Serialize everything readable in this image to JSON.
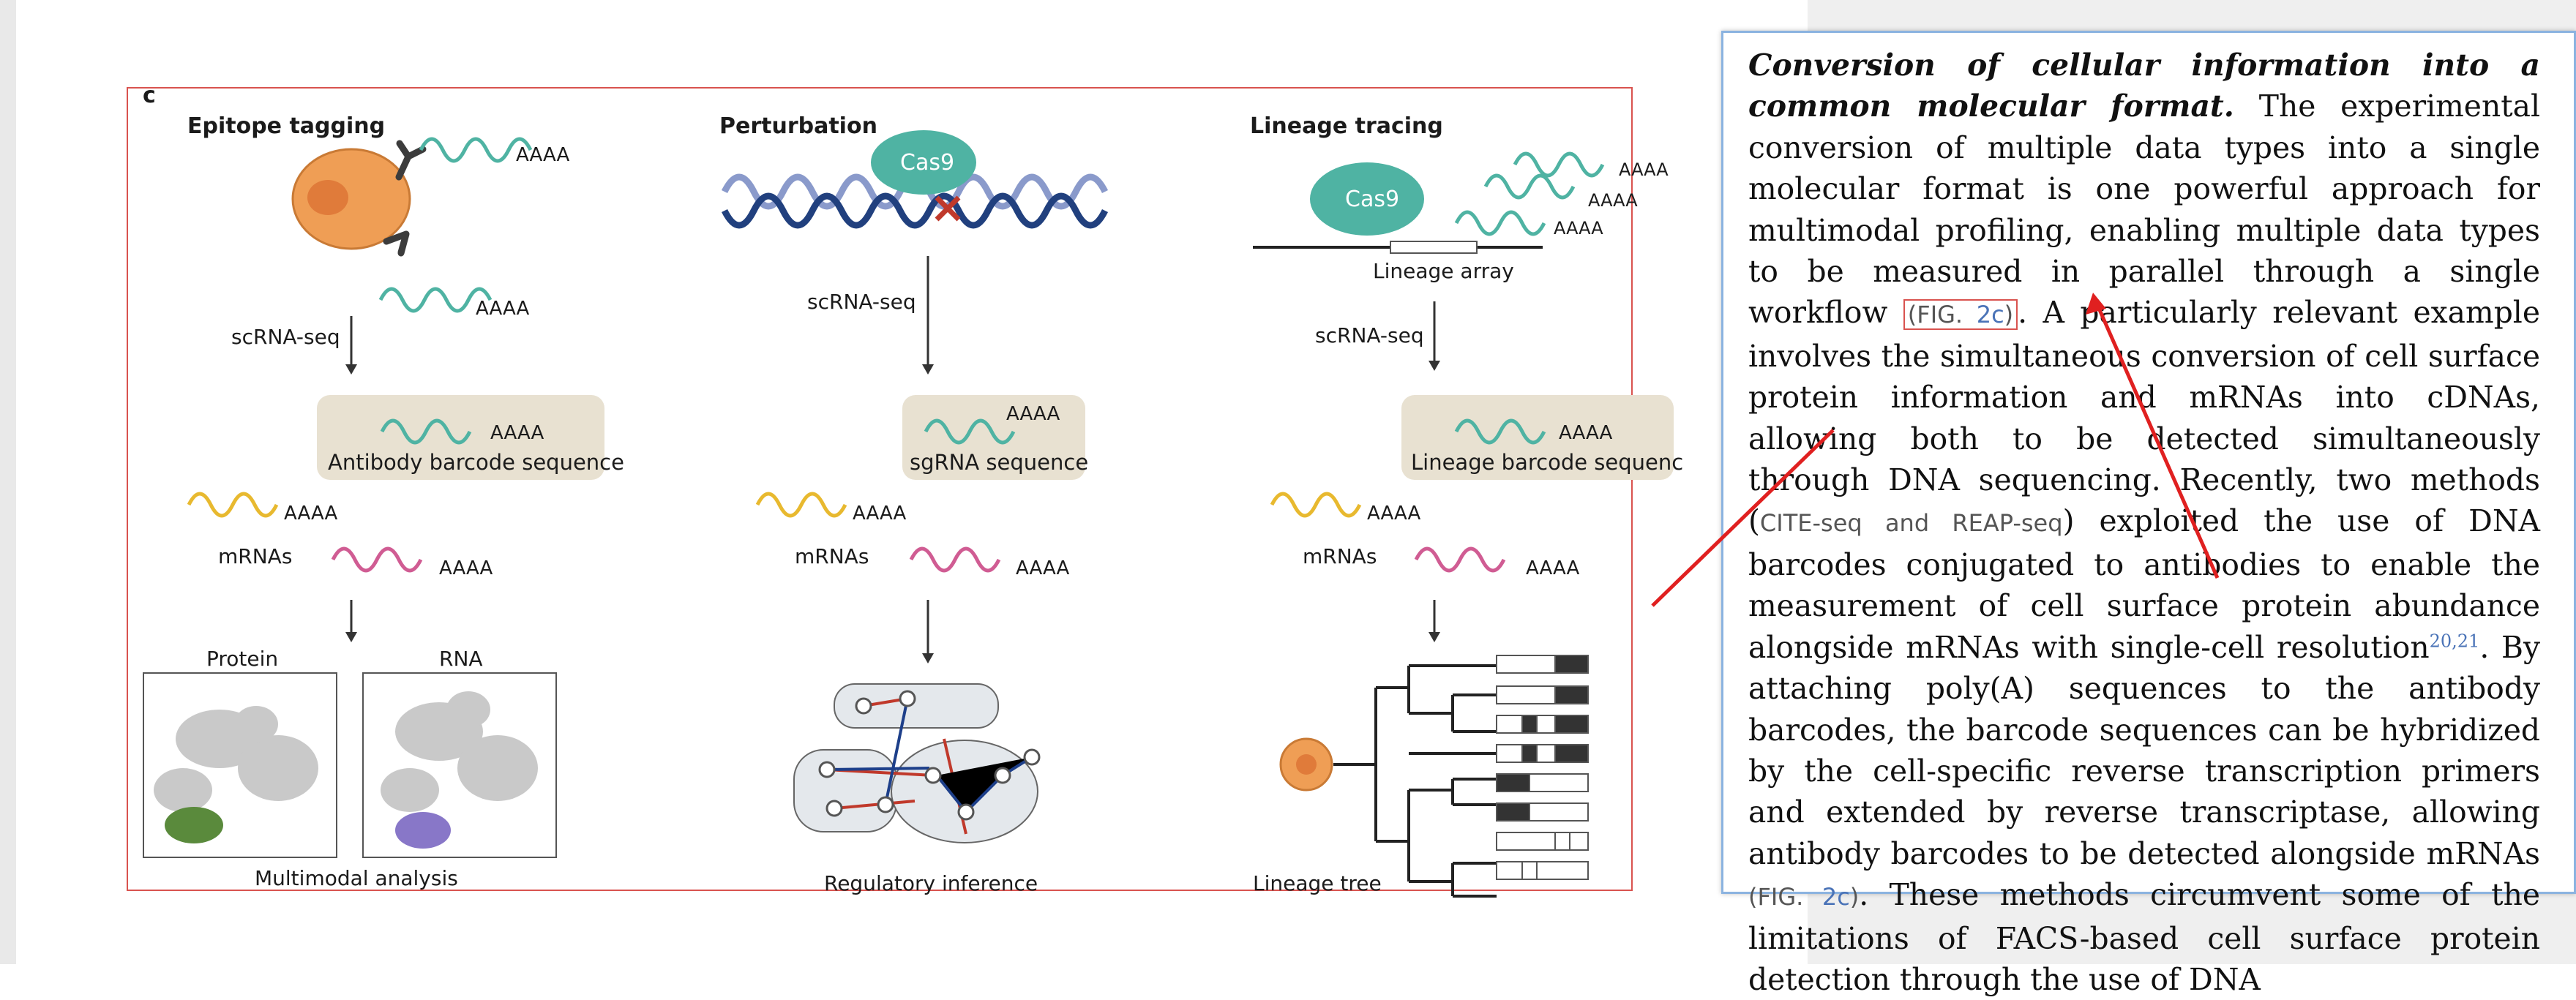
{
  "figure": {
    "panel_letter": "c",
    "columns": [
      {
        "title": "Epitope tagging",
        "poly_a": "AAAA",
        "step_label": "scRNA-seq",
        "barcode_label": "Antibody barcode sequence",
        "mrna_label": "mRNAs",
        "plot_labels": [
          "Protein",
          "RNA"
        ],
        "bottom_label": "Multimodal analysis"
      },
      {
        "title": "Perturbation",
        "cas_label": "Cas9",
        "poly_a": "AAAA",
        "step_label": "scRNA-seq",
        "barcode_label": "sgRNA sequence",
        "mrna_label": "mRNAs",
        "bottom_label": "Regulatory inference"
      },
      {
        "title": "Lineage tracing",
        "cas_label": "Cas9",
        "array_label": "Lineage array",
        "poly_a": "AAAA",
        "step_label": "scRNA-seq",
        "barcode_label": "Lineage barcode sequence",
        "mrna_label": "mRNAs",
        "bottom_label": "Lineage tree"
      }
    ]
  },
  "text": {
    "bold_title": "Conversion of cellular information into a common molecular format.",
    "s1": " The experimental conversion of multiple data types into a single molecular format is one powerful approach for multimodal profiling, enabling multiple data types to be measured in parallel through a single workflow ",
    "ref1": "(FIG. ",
    "ref1_num": "2c",
    "ref1_close": ")",
    "s2": ". A",
    "s3": " particularly relevant example involves the simultaneous conversion of cell surface protein information and mRNAs into cDNAs, allowing both to be detected simultaneously through DNA sequencing. Recently, two methods (",
    "methods": "CITE-seq and REAP-seq",
    "s4": ") exploited the use of DNA barcodes conjugated to antibodies to enable the measurement of cell surface protein abundance alongside mRNAs with single-cell resolution",
    "citation": "20,21",
    "s5": ". By attaching poly(A) sequences to the antibody barcodes, the barcode sequences can be hybridized by the cell-specific reverse transcription primers and extended by reverse transcriptase, allowing antibody barcodes to be detected alongside mRNAs ",
    "ref2": "(FIG. ",
    "ref2_num": "2c",
    "ref2_close": ")",
    "s6": ". These methods circumvent some of the limitations of FACS-based cell surface protein detection through the use of DNA"
  },
  "colors": {
    "teal": "#4fb3a3",
    "yellow": "#e8b92f",
    "pink": "#d05c93",
    "cell": "#ef9e55",
    "highlight": "#d9534f",
    "card_border": "#8bb3e0"
  }
}
